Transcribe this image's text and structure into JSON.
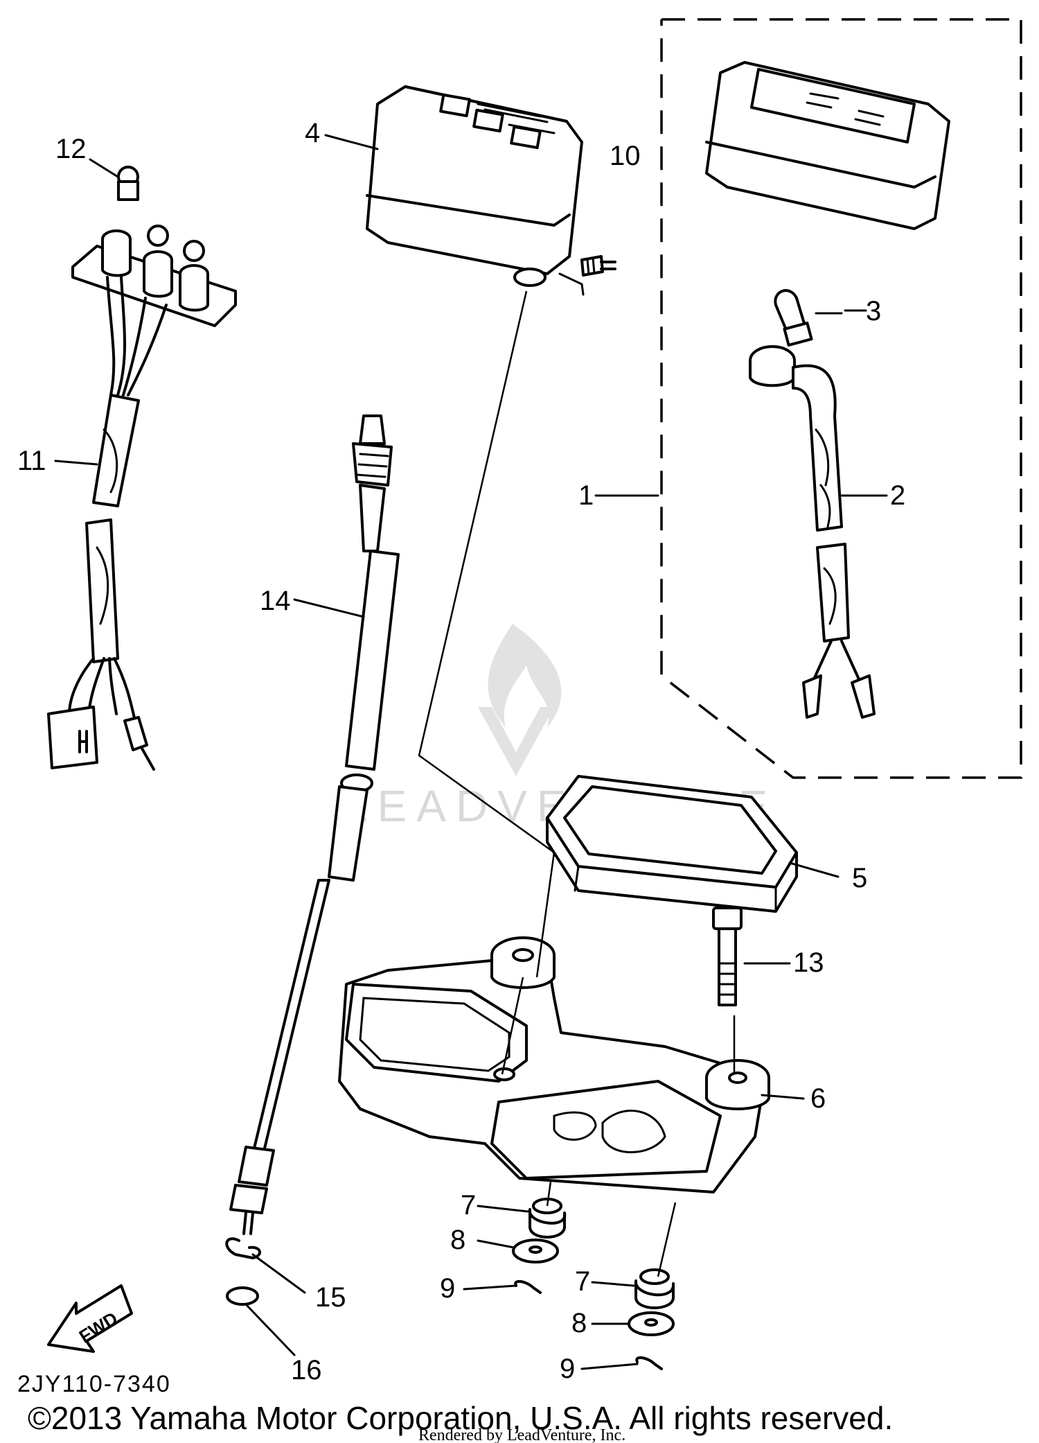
{
  "diagram": {
    "part_code": "2JY110-7340",
    "copyright": "©2013 Yamaha Motor Corporation, U.S.A. All rights reserved.",
    "rendered_by": "Rendered by LeadVenture, Inc.",
    "watermark": "LEADVENTURE",
    "fwd_label": "FWD",
    "callouts": [
      "1",
      "2",
      "3",
      "4",
      "5",
      "6",
      "7",
      "7",
      "8",
      "8",
      "9",
      "9",
      "10",
      "11",
      "12",
      "13",
      "14",
      "15",
      "16"
    ]
  }
}
